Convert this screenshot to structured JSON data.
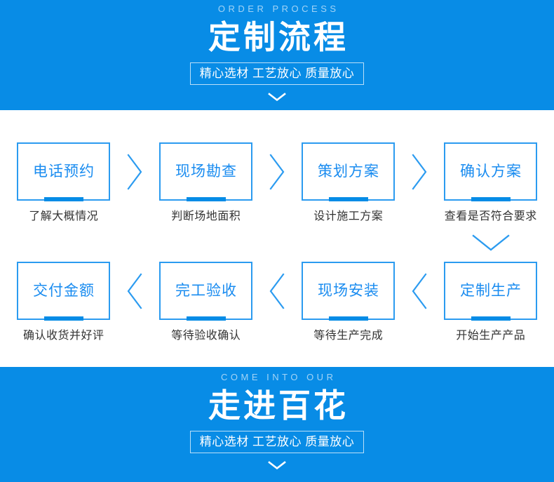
{
  "colors": {
    "banner_bg": "#088ce6",
    "box_border": "#2b9bf0",
    "box_text": "#1a8cf0",
    "accent_bar": "#058ce6",
    "caption_text": "#333333",
    "banner_text": "#ffffff",
    "eyebrow_text": "rgba(255,255,255,0.62)"
  },
  "top_banner": {
    "eyebrow": "ORDER PROCESS",
    "title": "定制流程",
    "subtitle": "精心选材 工艺放心 质量放心",
    "chevron_icon": "chevron-down-icon"
  },
  "bottom_banner": {
    "eyebrow": "COME INTO OUR",
    "title": "走进百花",
    "subtitle": "精心选材 工艺放心 质量放心",
    "chevron_icon": "chevron-down-icon"
  },
  "flow": {
    "row1": {
      "direction": "right",
      "connector_icon": "chevron-right-icon",
      "steps": [
        {
          "label": "电话预约",
          "caption": "了解大概情况"
        },
        {
          "label": "现场勘查",
          "caption": "判断场地面积"
        },
        {
          "label": "策划方案",
          "caption": "设计施工方案"
        },
        {
          "label": "确认方案",
          "caption": "查看是否符合要求"
        }
      ]
    },
    "row_connector": {
      "icon": "chevron-down-icon",
      "position": "under-step-4"
    },
    "row2": {
      "direction": "left",
      "connector_icon": "chevron-left-icon",
      "steps": [
        {
          "label": "交付金额",
          "caption": "确认收货并好评"
        },
        {
          "label": "完工验收",
          "caption": "等待验收确认"
        },
        {
          "label": "现场安装",
          "caption": "等待生产完成"
        },
        {
          "label": "定制生产",
          "caption": "开始生产产品"
        }
      ]
    }
  }
}
